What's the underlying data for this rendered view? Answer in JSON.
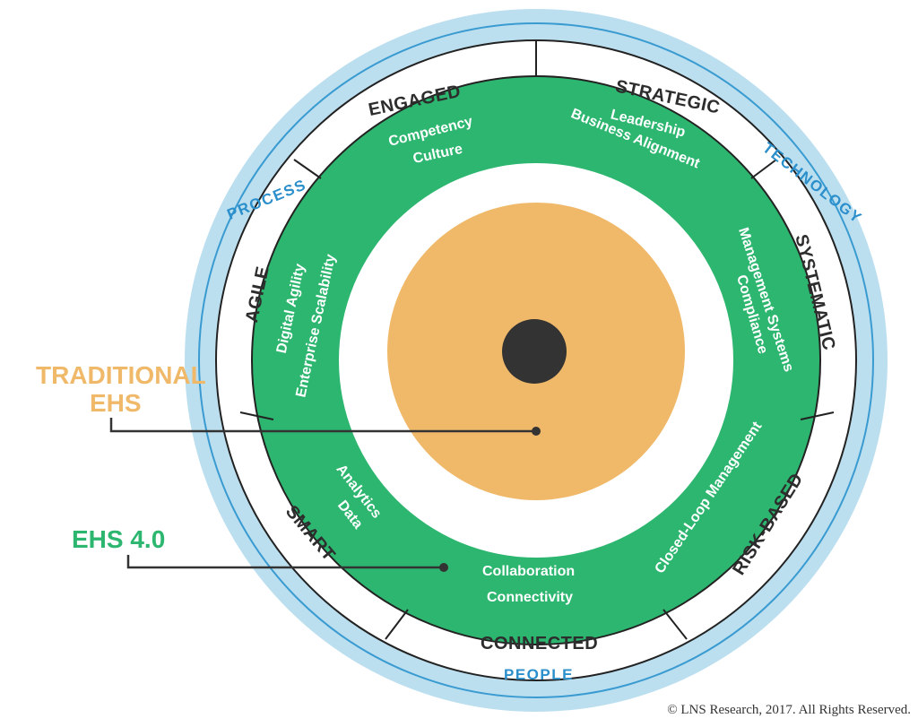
{
  "colors": {
    "outer_ring": "#bcdff0",
    "outer_line": "#3a9bd1",
    "green_ring": "#2db66f",
    "orange_core": "#f0b96a",
    "center_dot": "#333333",
    "dark_text": "#2d2d2d",
    "blue_text": "#2b8fcb",
    "traditional": "#f0b96a",
    "ehs40": "#2db66f"
  },
  "outer_labels": {
    "process": "PROCESS",
    "technology": "TECHNOLOGY",
    "people": "PEOPLE"
  },
  "ring_labels": {
    "engaged": "ENGAGED",
    "strategic": "STRATEGIC",
    "systematic": "SYSTEMATIC",
    "risk_based": "RISK-BASED",
    "connected": "CONNECTED",
    "smart": "SMART",
    "agile": "AGILE"
  },
  "green_labels": {
    "competency": "Competency",
    "culture": "Culture",
    "leadership": "Leadership",
    "business_alignment": "Business Alignment",
    "management_systems": "Management Systems",
    "compliance": "Compliance",
    "closed_loop": "Closed-Loop Management",
    "collaboration": "Collaboration",
    "connectivity": "Connectivity",
    "analytics": "Analytics",
    "data": "Data",
    "digital_agility": "Digital Agility",
    "enterprise_scalability": "Enterprise Scalability"
  },
  "callouts": {
    "traditional_line1": "TRADITIONAL",
    "traditional_line2": "EHS",
    "ehs40": "EHS 4.0"
  },
  "copyright": "© LNS Research, 2017. All Rights Reserved."
}
